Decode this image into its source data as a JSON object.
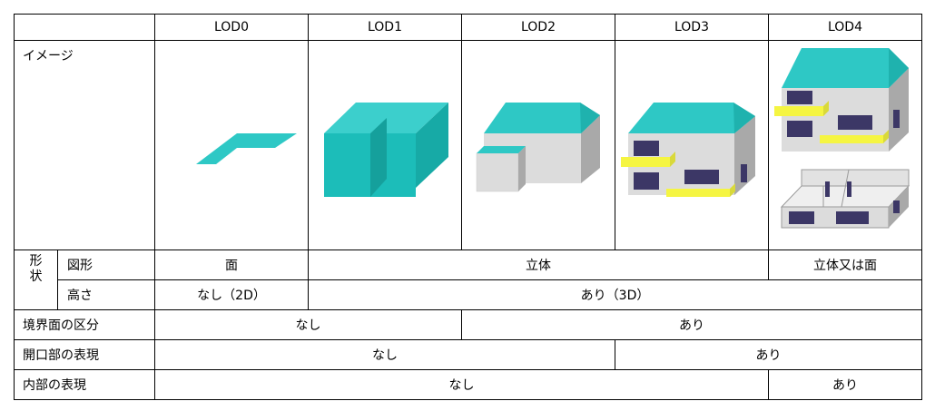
{
  "columns": [
    "LOD0",
    "LOD1",
    "LOD2",
    "LOD3",
    "LOD4"
  ],
  "rows": {
    "image_label": "イメージ",
    "shape_group_char1": "形",
    "shape_group_char2": "状",
    "figure_label": "図形",
    "figure_values": [
      "面",
      "立体",
      "立体又は面"
    ],
    "height_label": "高さ",
    "height_values": [
      "なし（2D）",
      "あり（3D）"
    ],
    "boundary_label": "境界面の区分",
    "boundary_values": [
      "なし",
      "あり"
    ],
    "opening_label": "開口部の表現",
    "opening_values": [
      "なし",
      "あり"
    ],
    "interior_label": "内部の表現",
    "interior_values": [
      "なし",
      "あり"
    ]
  },
  "colors": {
    "teal": "#2ec8c5",
    "teal_dark": "#17aaa6",
    "wall": "#dcdcdc",
    "wall_side": "#a9a9a9",
    "window": "#3c3766",
    "balcony": "#f5f542"
  },
  "icons": [
    "lod0-footprint-icon",
    "lod1-block-model-icon",
    "lod2-roof-model-icon",
    "lod3-opening-model-icon",
    "lod4-interior-model-icon"
  ]
}
